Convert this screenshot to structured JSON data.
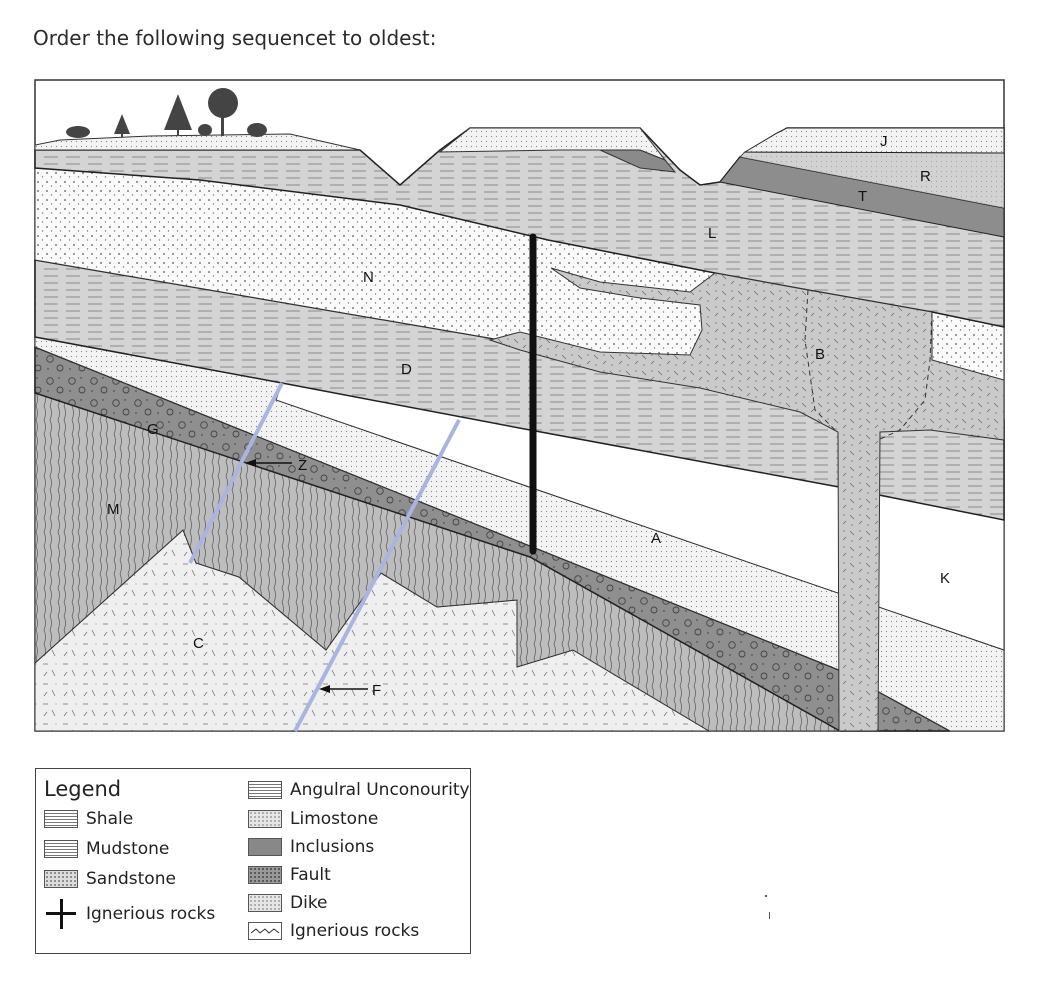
{
  "question": "Order the following sequencet to oldest:",
  "diagram": {
    "labels": {
      "J": "J",
      "R": "R",
      "T": "T",
      "L": "L",
      "N": "N",
      "D": "D",
      "B": "B",
      "G": "G",
      "Z": "Z",
      "M": "M",
      "A": "A",
      "K": "K",
      "C": "C",
      "F": "F"
    },
    "colors": {
      "fault": "#a9b4e0",
      "dike_black": "#111111"
    }
  },
  "legend": {
    "title": "Legend",
    "left": [
      {
        "label": "Shale",
        "swatch": "lines"
      },
      {
        "label": "Mudstone",
        "swatch": "lines"
      },
      {
        "label": "Sandstone",
        "swatch": "dots"
      },
      {
        "label": "Ignerious rocks",
        "swatch": "cross"
      }
    ],
    "right": [
      {
        "label": "Angulral Unconourity",
        "swatch": "lines"
      },
      {
        "label": "Limostone",
        "swatch": "light"
      },
      {
        "label": "Inclusions",
        "swatch": "dark"
      },
      {
        "label": "Fault",
        "swatch": "darkdots"
      },
      {
        "label": "Dike",
        "swatch": "light"
      },
      {
        "label": "Ignerious rocks",
        "swatch": "wave"
      }
    ]
  }
}
